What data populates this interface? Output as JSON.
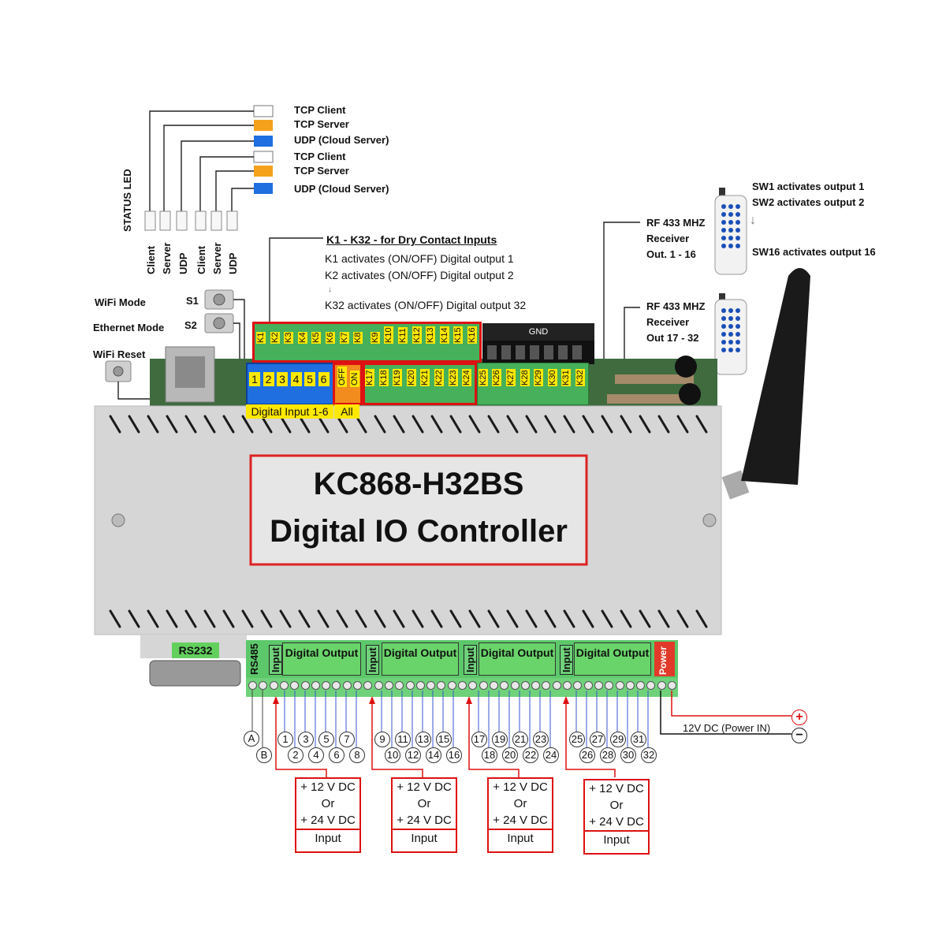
{
  "status_led": {
    "title": "STATUS LED",
    "legend": [
      {
        "label": "TCP Client",
        "color": "#ffffff"
      },
      {
        "label": "TCP Server",
        "color": "#f4a21c"
      },
      {
        "label": "UDP (Cloud Server)",
        "color": "#1f6fe0"
      },
      {
        "label": "TCP Client",
        "color": "#ffffff"
      },
      {
        "label": "TCP Server",
        "color": "#f4a21c"
      },
      {
        "label": "UDP (Cloud Server)",
        "color": "#1f6fe0"
      }
    ],
    "leds": [
      "Client",
      "Server",
      "UDP",
      "Client",
      "Server",
      "UDP"
    ]
  },
  "buttons": {
    "wifi_mode": "WiFi Mode",
    "s1": "S1",
    "ethernet_mode": "Ethernet Mode",
    "s2": "S2",
    "wifi_reset": "WiFi Reset"
  },
  "dry_contact": {
    "title": "K1 - K32 - for Dry Contact Inputs",
    "line1": "K1 activates    (ON/OFF) Digital output 1",
    "line2": "K2 activates    (ON/OFF) Digital output 2",
    "line3": "K32 activates (ON/OFF) Digital output 32"
  },
  "terminals": {
    "top_row": [
      "K1",
      "K2",
      "K3",
      "K4",
      "K5",
      "K6",
      "K7",
      "K8",
      "K9",
      "K10",
      "K11",
      "K12",
      "K13",
      "K14",
      "K15",
      "K16"
    ],
    "gnd": "GND",
    "digital_inputs": [
      "1",
      "2",
      "3",
      "4",
      "5",
      "6"
    ],
    "off": "OFF",
    "on": "ON",
    "bottom_row": [
      "K17",
      "K18",
      "K19",
      "K20",
      "K21",
      "K22",
      "K23",
      "K24",
      "K25",
      "K26",
      "K27",
      "K28",
      "K29",
      "K30",
      "K31",
      "K32"
    ],
    "digital_input_label": "Digital Input 1-6",
    "all_label": "All"
  },
  "rf": {
    "receiver1": [
      "RF 433 MHZ",
      "Receiver",
      "Out.  1 - 16"
    ],
    "receiver2": [
      "RF 433 MHZ",
      "Receiver",
      "Out  17 - 32"
    ],
    "sw1": "SW1 activates output 1",
    "sw2": "SW2 activates output 2",
    "sw16": "SW16 activates output 16"
  },
  "device": {
    "model": "KC868-H32BS",
    "name": "Digital IO Controller"
  },
  "bottom_connectors": {
    "rs232": "RS232",
    "rs485": "RS485",
    "input": "Input",
    "digital_output": "Digital Output",
    "power": "Power"
  },
  "rs485_pins": [
    "A",
    "B"
  ],
  "outputs": {
    "group1_top": [
      "1",
      "3",
      "5",
      "7"
    ],
    "group1_bottom": [
      "2",
      "4",
      "6",
      "8"
    ],
    "group2_top": [
      "9",
      "11",
      "13",
      "15"
    ],
    "group2_bottom": [
      "10",
      "12",
      "14",
      "16"
    ],
    "group3_top": [
      "17",
      "19",
      "21",
      "23"
    ],
    "group3_bottom": [
      "18",
      "20",
      "22",
      "24"
    ],
    "group4_top": [
      "25",
      "27",
      "29",
      "31"
    ],
    "group4_bottom": [
      "26",
      "28",
      "30",
      "32"
    ]
  },
  "power_in": {
    "label": "12V DC (Power IN)",
    "plus": "+",
    "minus": "−"
  },
  "input_voltage": {
    "line1": "+ 12 V DC",
    "line2": "Or",
    "line3": "+ 24 V DC",
    "line4": "Input"
  }
}
